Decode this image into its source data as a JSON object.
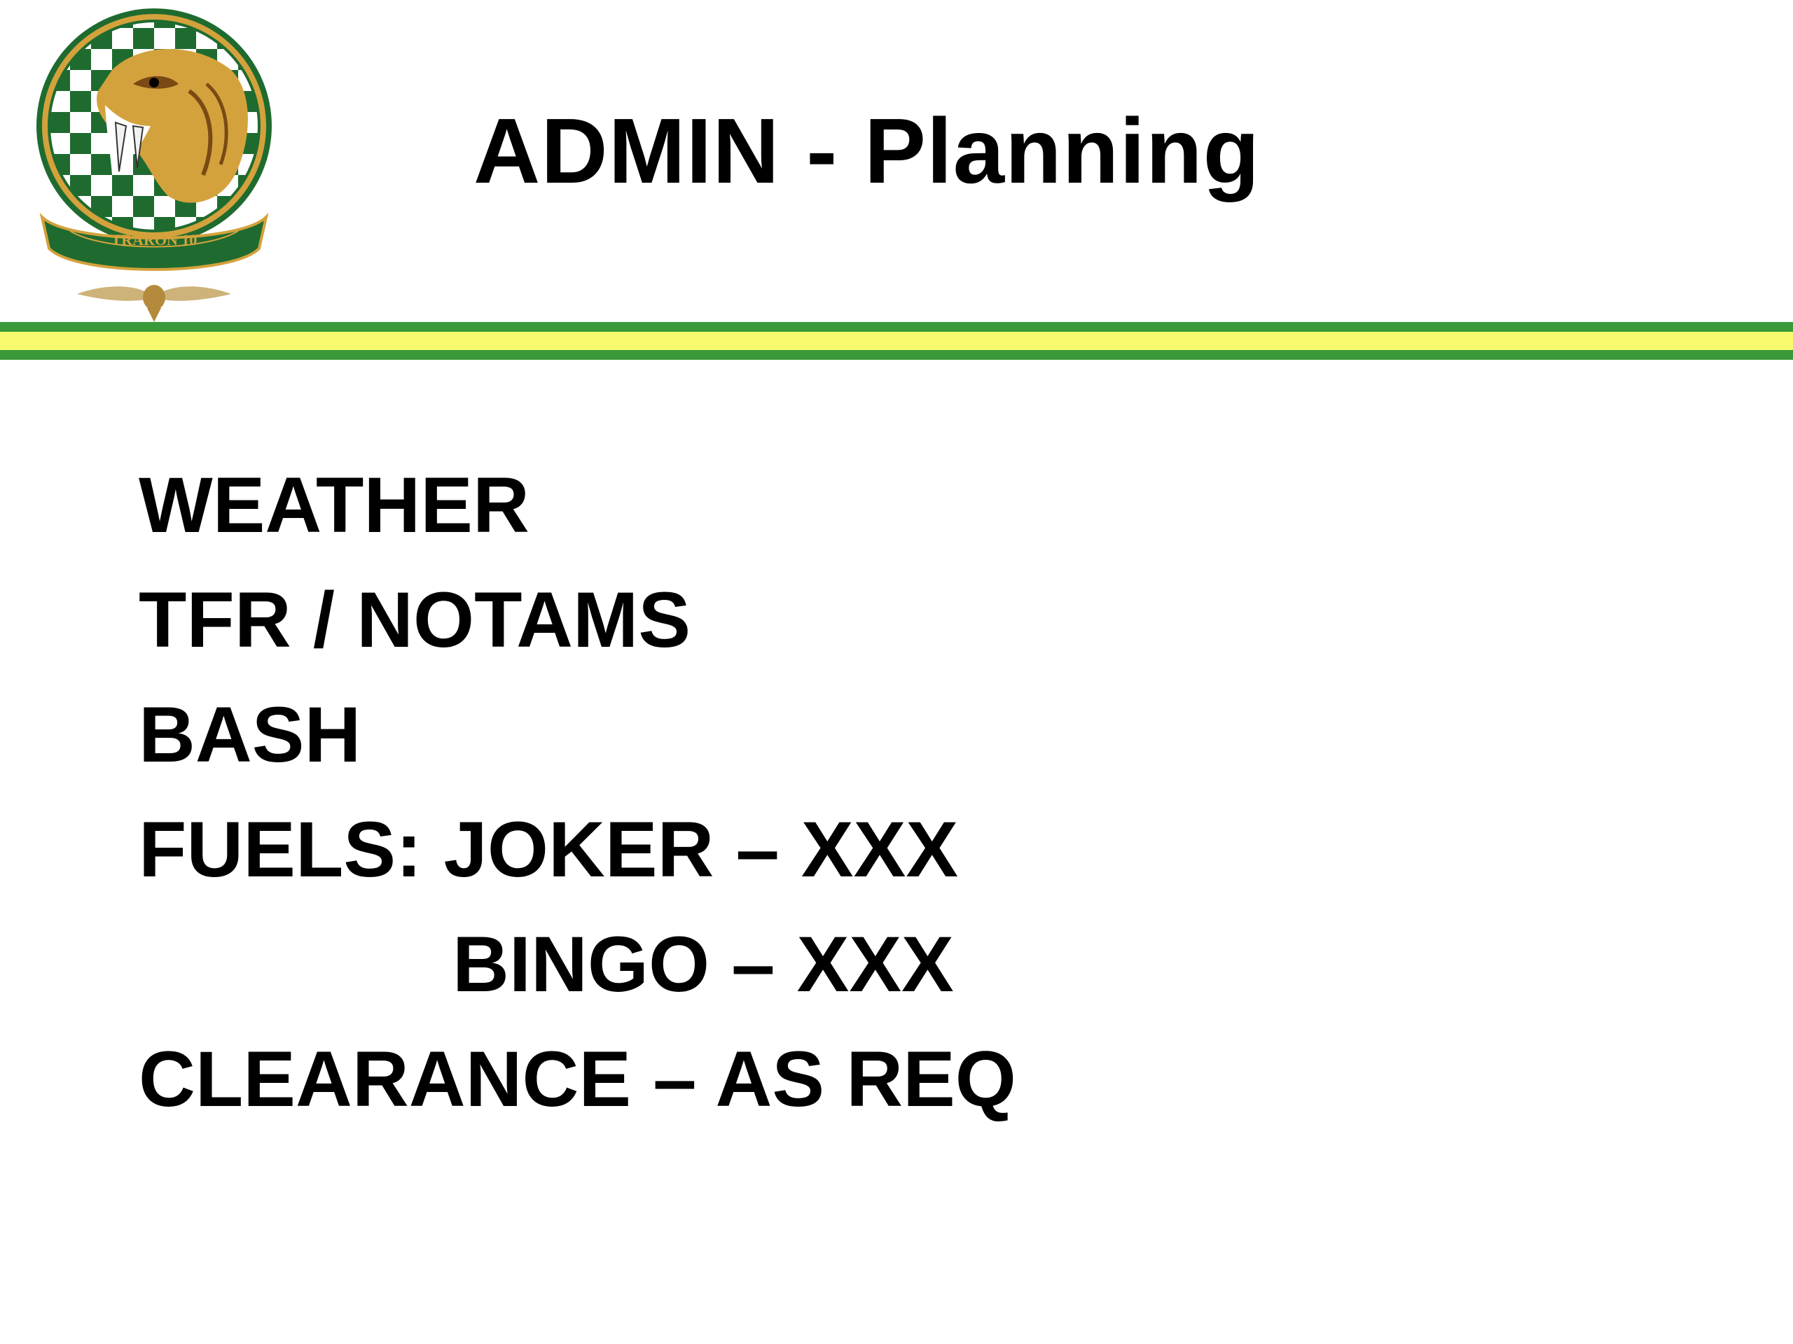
{
  "title": "ADMIN - Planning",
  "logo": {
    "icon": "squadron-patch-icon",
    "text": "TRARON 10"
  },
  "items": [
    "WEATHER",
    "TFR / NOTAMS",
    "BASH",
    "FUELS: JOKER – XXX",
    "BINGO – XXX",
    "CLEARANCE – AS REQ"
  ],
  "colors": {
    "green": "#3a9a3a",
    "yellow": "#fafa6e",
    "patch_green": "#1f6b2f",
    "patch_gold": "#d4a23c"
  }
}
